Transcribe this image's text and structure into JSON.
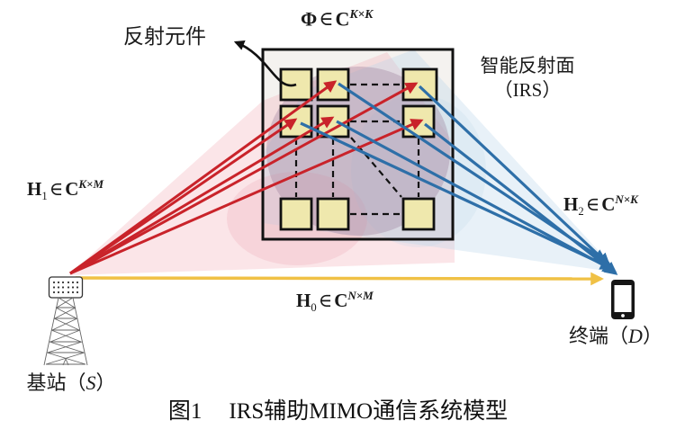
{
  "caption": {
    "figure_no": "图1",
    "title": "IRS辅助MIMO通信系统模型"
  },
  "labels": {
    "reflecting_element": "反射元件",
    "irs_line1": "智能反射面",
    "irs_line2": "（IRS）",
    "base_station_prefix": "基站（",
    "base_station_var": "S",
    "base_station_suffix": "）",
    "terminal_prefix": "终端（",
    "terminal_var": "D",
    "terminal_suffix": "）"
  },
  "math": {
    "phi": {
      "sym": "Φ",
      "elem": "∈",
      "set": "C",
      "sup": "K×K"
    },
    "h1": {
      "sym": "H",
      "sub": "1",
      "elem": "∈",
      "set": "C",
      "sup": "K×M"
    },
    "h2": {
      "sym": "H",
      "sub": "2",
      "elem": "∈",
      "set": "C",
      "sup": "N×K"
    },
    "h0": {
      "sym": "H",
      "sub": "0",
      "elem": "∈",
      "set": "C",
      "sup": "N×M"
    }
  },
  "icons": {
    "base_station": "cell-tower-icon",
    "terminal": "smartphone-icon",
    "pointer": "curved-arrow-icon"
  },
  "colors": {
    "incident_link": "#c9232a",
    "reflected_link": "#2e6fa8",
    "direct_link": "#f0c145",
    "element_fill": "#efe8ad",
    "element_stroke": "#111111",
    "panel_fill": "#f4f2ef",
    "beam_overlap": "#9b7f9b",
    "incident_fan": "#f3aab2",
    "reflected_fan": "#b9d4ea"
  }
}
